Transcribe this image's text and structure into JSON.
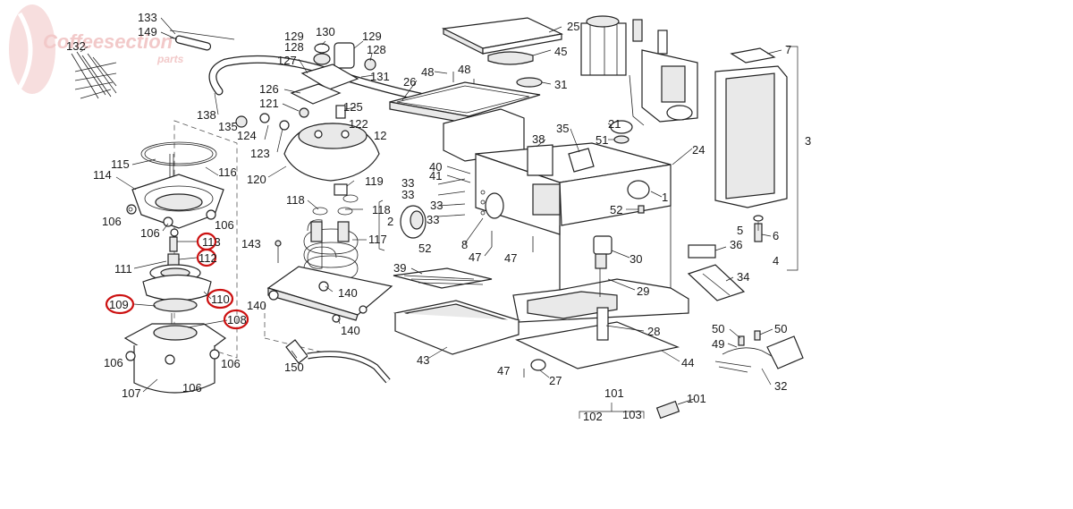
{
  "watermark": {
    "brand": "Coffeesection",
    "sub": "parts",
    "color": "#f2c9c9"
  },
  "highlight_color": "#cc1111",
  "callouts": {
    "c133": "133",
    "c149": "149",
    "c132": "132",
    "c138": "138",
    "c129a": "129",
    "c130": "130",
    "c129b": "129",
    "c128a": "128",
    "c128b": "128",
    "c127": "127",
    "c131": "131",
    "c126": "126",
    "c121": "121",
    "c125": "125",
    "c122": "122",
    "c12": "12",
    "c135": "135",
    "c124": "124",
    "c123": "123",
    "c120": "120",
    "c119": "119",
    "c118a": "118",
    "c118b": "118",
    "c117": "117",
    "c143": "143",
    "c140a": "140",
    "c140b": "140",
    "c140c": "140",
    "c150": "150",
    "c115": "115",
    "c116": "116",
    "c114": "114",
    "c106a": "106",
    "c106b": "106",
    "c106c": "106",
    "c106d": "106",
    "c106e": "106",
    "c106f": "106",
    "c113": "113",
    "c112": "112",
    "c111": "111",
    "c110": "110",
    "c109": "109",
    "c108": "108",
    "c107": "107",
    "c25": "25",
    "c45": "45",
    "c48a": "48",
    "c48b": "48",
    "c26": "26",
    "c31": "31",
    "c35": "35",
    "c38": "38",
    "c21": "21",
    "c51": "51",
    "c24": "24",
    "c40": "40",
    "c41": "41",
    "c33a": "33",
    "c33b": "33",
    "c33c": "33",
    "c33d": "33",
    "c2": "2",
    "c52a": "52",
    "c52b": "52",
    "c1": "1",
    "c8": "8",
    "c47a": "47",
    "c47b": "47",
    "c47c": "47",
    "c30": "30",
    "c29": "29",
    "c39": "39",
    "c43": "43",
    "c28": "28",
    "c44": "44",
    "c27": "27",
    "c7": "7",
    "c3": "3",
    "c5": "5",
    "c6": "6",
    "c4": "4",
    "c36": "36",
    "c34": "34",
    "c50a": "50",
    "c50b": "50",
    "c49": "49",
    "c32": "32",
    "c101a": "101",
    "c101b": "101",
    "c102": "102",
    "c103": "103"
  }
}
